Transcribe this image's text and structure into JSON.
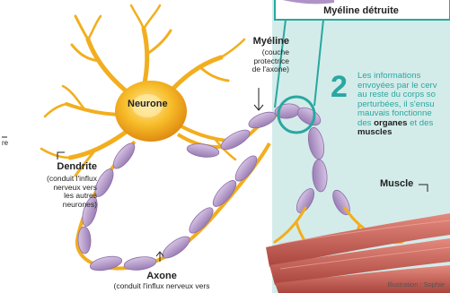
{
  "callout": {
    "title": "Myéline détruite"
  },
  "step": {
    "number": "2",
    "text_lines": [
      "Les informations",
      "envoyées par le cerv",
      "au reste du corps so",
      "perturbées, il s'ensu",
      "mauvais fonctionne"
    ],
    "last_prefix": "des ",
    "organes": "organes",
    "last_middle": " et des ",
    "muscles": "muscles"
  },
  "labels": {
    "neurone": "Neurone",
    "myeline": "Myéline",
    "myeline_sub": [
      "(couche",
      "protectrice",
      "de l'axone)"
    ],
    "dendrite": "Dendrite",
    "dendrite_sub": [
      "(conduit l'influx",
      "nerveux vers",
      "les autres",
      "neurones)"
    ],
    "axone": "Axone",
    "axone_sub": "(conduit l'influx nerveux vers",
    "muscle": "Muscle",
    "left_edge_fragment": "re"
  },
  "credit": "Illustration : Sophie",
  "colors": {
    "teal": "#2aa7a0",
    "teal_bg": "#d3ecea",
    "neuron": "#f4b21c",
    "myelin": "#b49ac6",
    "muscle": "#c85a50"
  }
}
